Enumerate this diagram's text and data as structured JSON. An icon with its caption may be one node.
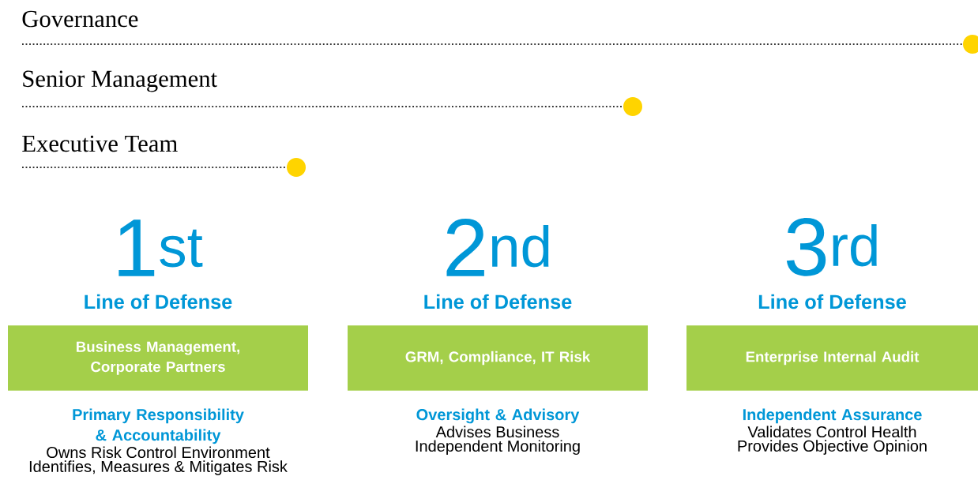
{
  "diagram": {
    "nodes": [
      {
        "text": [
          "Business Management, Corporate Partners"
        ],
        "beside": [
          "Primary Responsibility & Accountability",
          "Owns Risk Control Environment",
          "Identifies, Measures & Mitigates Risk"
        ]
      },
      {
        "text": [
          "GRM, Compliance, IT Risk"
        ],
        "beside": [
          "Oversight & Advisory",
          "Advises Business",
          "Independent Monitoring"
        ]
      },
      {
        "text": [
          "Enterprise Internal Audit"
        ],
        "beside": [
          "Independent Assurance",
          "Validates Control Health",
          "Provides Objective Opinion"
        ]
      }
    ],
    "labels": [
      "Governance",
      "Senior Management",
      "Executive Team",
      "1$^{st}$",
      "Line of Defense",
      "2$^{nd}$",
      "Line of Defense",
      "3$^{rd}$",
      "Line of Defense"
    ]
  }
}
